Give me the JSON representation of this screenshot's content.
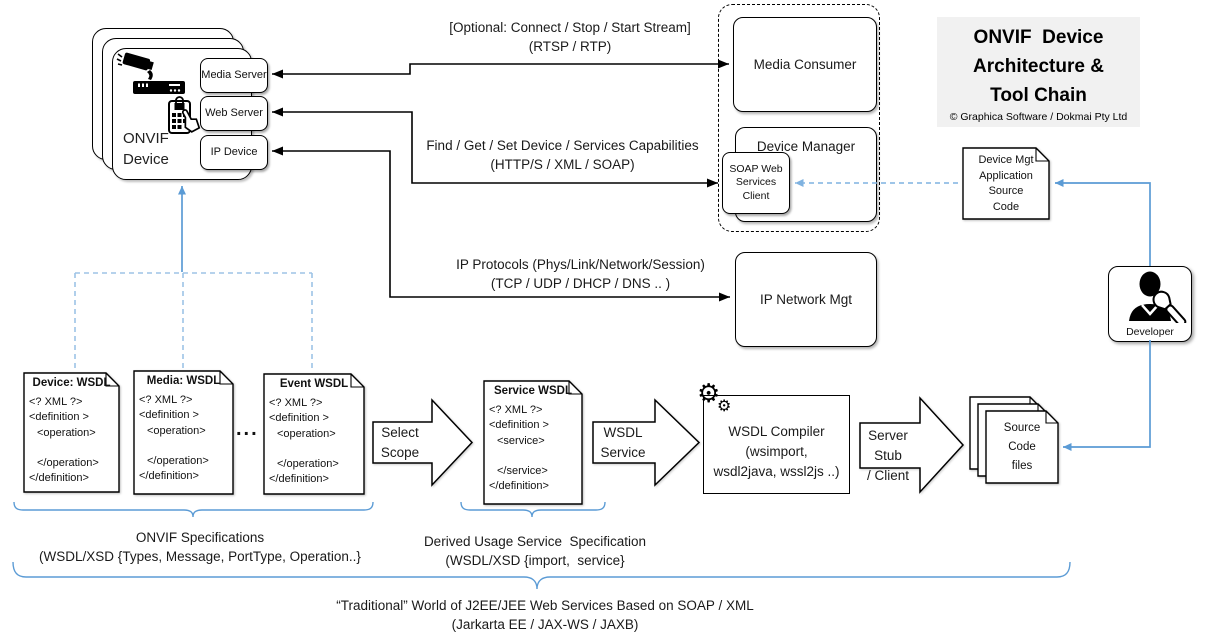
{
  "colors": {
    "accent_blue": "#5b9bd5",
    "dashed_blue": "#9dc3e6",
    "title_bg": "#f1f1f1",
    "line_black": "#000000"
  },
  "title_block": {
    "line1": "ONVIF  Device",
    "line2": "Architecture &",
    "line3": "Tool Chain",
    "copyright": "© Graphica Software / Dokmai Pty Ltd"
  },
  "onvif_device": {
    "label_line1": "ONVIF",
    "label_line2": "Device",
    "icons": [
      "cctv-camera-icon",
      "recorder-bar-icon",
      "keypad-lock-hand-icon"
    ],
    "servers": [
      {
        "label": "Media Server"
      },
      {
        "label": "Web Server"
      },
      {
        "label": "IP Device"
      }
    ]
  },
  "flows": {
    "media": {
      "line1": "[Optional: Connect / Stop / Start Stream]",
      "line2": "(RTSP / RTP)"
    },
    "capabilities": {
      "line1": "Find / Get / Set Device / Services Capabilities",
      "line2": "(HTTP/S / XML / SOAP)"
    },
    "ip": {
      "line1": "IP Protocols (Phys/Link/Network/Session)",
      "line2": "(TCP / UDP / DHCP / DNS .. )"
    }
  },
  "client_group": {
    "media_consumer": "Media Consumer",
    "device_manager": "Device Manager",
    "soap_client": "SOAP Web Services Client",
    "ip_network_mgt": "IP Network Mgt"
  },
  "dev_doc": {
    "line1": "Device Mgt",
    "line2": "Application",
    "line3": "Source",
    "line4": "Code"
  },
  "developer": {
    "label": "Developer",
    "icon": "person-wrench-icon"
  },
  "wsdl_docs": {
    "device": {
      "title": "Device: WSDL",
      "l1": "<? XML ?>",
      "l2": "<definition >",
      "l3": "<operation>",
      "l4": "",
      "l5": "</operation>",
      "l6": "</definition>"
    },
    "media": {
      "title": "Media: WSDL",
      "l1": "<? XML ?>",
      "l2": "<definition >",
      "l3": "<operation>",
      "l4": "",
      "l5": "</operation>",
      "l6": "</definition>"
    },
    "event": {
      "title": "Event WSDL",
      "l1": "<? XML ?>",
      "l2": "<definition >",
      "l3": "<operation>",
      "l4": "",
      "l5": "</operation>",
      "l6": "</definition>"
    },
    "ellipsis": "...",
    "service": {
      "title": "Service WSDL",
      "l1": "<? XML ?>",
      "l2": "<definition >",
      "l3": "<service>",
      "l4": "",
      "l5": "</service>",
      "l6": "</definition>"
    }
  },
  "process_arrows": {
    "select_scope": {
      "line1": "Select",
      "line2": "Scope"
    },
    "wsdl_service": {
      "line1": "WSDL",
      "line2": "Service"
    },
    "server_stub": {
      "line1": "Server Stub",
      "line2": "/ Client"
    }
  },
  "compiler": {
    "icon": "gears-icon",
    "line1": "WSDL Compiler",
    "line2": "(wsimport,",
    "line3": "wsdl2java, wssl2js ..)"
  },
  "source_files": {
    "line1": "Source",
    "line2": "Code",
    "line3": "files"
  },
  "captions": {
    "onvif_spec": {
      "line1": "ONVIF Specifications",
      "line2": "(WSDL/XSD {Types, Message, PortType, Operation..}"
    },
    "derived": {
      "line1": "Derived Usage Service  Specification",
      "line2": "(WSDL/XSD {import,  service}"
    },
    "traditional": {
      "line1": "“Traditional” World of J2EE/JEE Web Services Based on SOAP / XML",
      "line2": "(Jarkarta EE / JAX-WS / JAXB)"
    }
  }
}
